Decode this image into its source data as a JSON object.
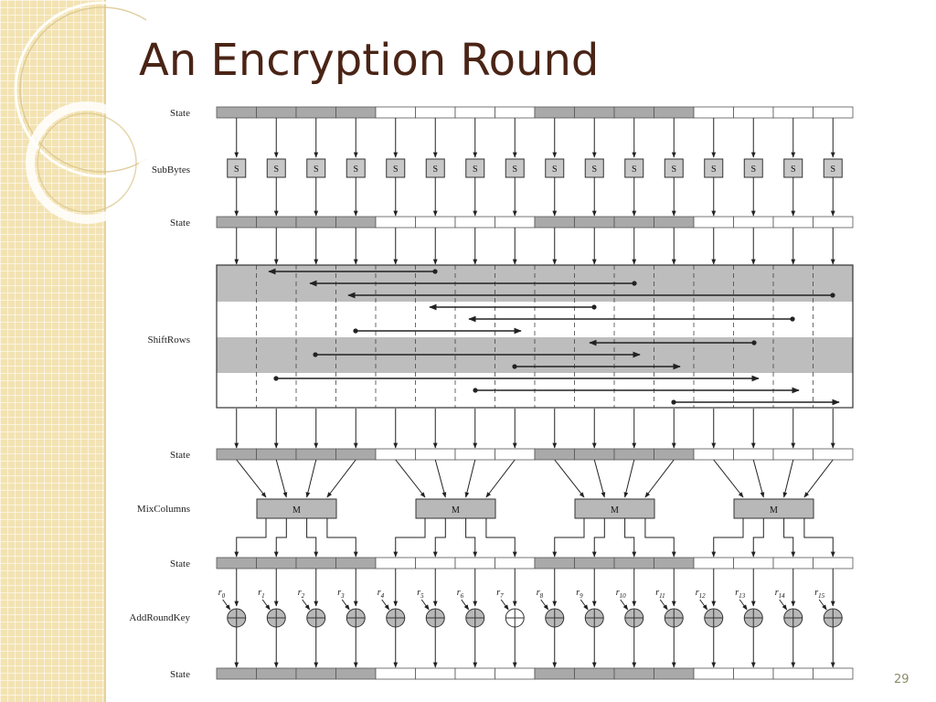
{
  "slide": {
    "title": "An Encryption Round",
    "number": "29"
  },
  "diagram": {
    "row_labels": {
      "state": "State",
      "subbytes": "SubBytes",
      "shiftrows": "ShiftRows",
      "mixcolumns": "MixColumns",
      "addroundkey": "AddRoundKey"
    },
    "sbox_label": "S",
    "mix_label": "M",
    "round_key_prefix": "r",
    "round_key_indices": [
      "0",
      "1",
      "2",
      "3",
      "4",
      "5",
      "6",
      "7",
      "8",
      "9",
      "10",
      "11",
      "12",
      "13",
      "14",
      "15"
    ],
    "colors": {
      "title": "#4a2416",
      "cell_dark": "#a9a9a9",
      "cell_light": "#ffffff",
      "band": "#bdbdbd",
      "line": "#222222",
      "sidebar": "#f3e3b2"
    }
  }
}
